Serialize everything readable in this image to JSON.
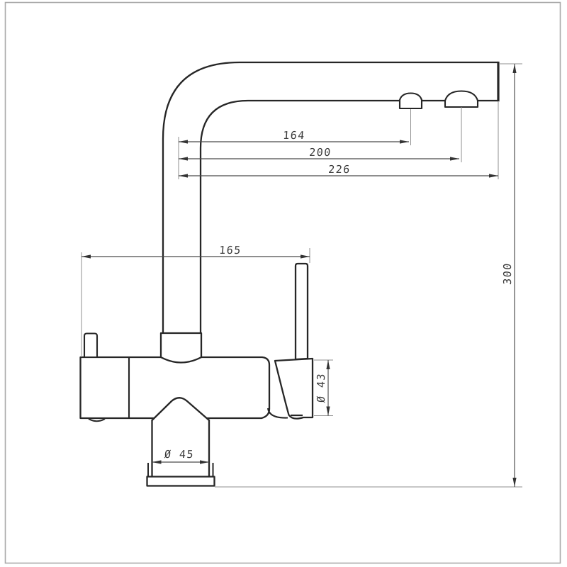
{
  "drawing": {
    "title": "faucet-dimension-drawing",
    "labels": {
      "dim_spout_to_aerator1": "164",
      "dim_spout_to_aerator2": "200",
      "dim_spout_total": "226",
      "dim_body_width": "165",
      "dim_total_height": "300",
      "dim_valve_diameter": "Ø 43",
      "dim_base_diameter": "Ø 45"
    },
    "colors": {
      "object_line": "#262626",
      "dimension_line": "#4a4a4a",
      "leader_line": "#8f8f8f",
      "frame": "#a9a9a9",
      "text": "#3a3a3a",
      "background": "#ffffff"
    }
  }
}
